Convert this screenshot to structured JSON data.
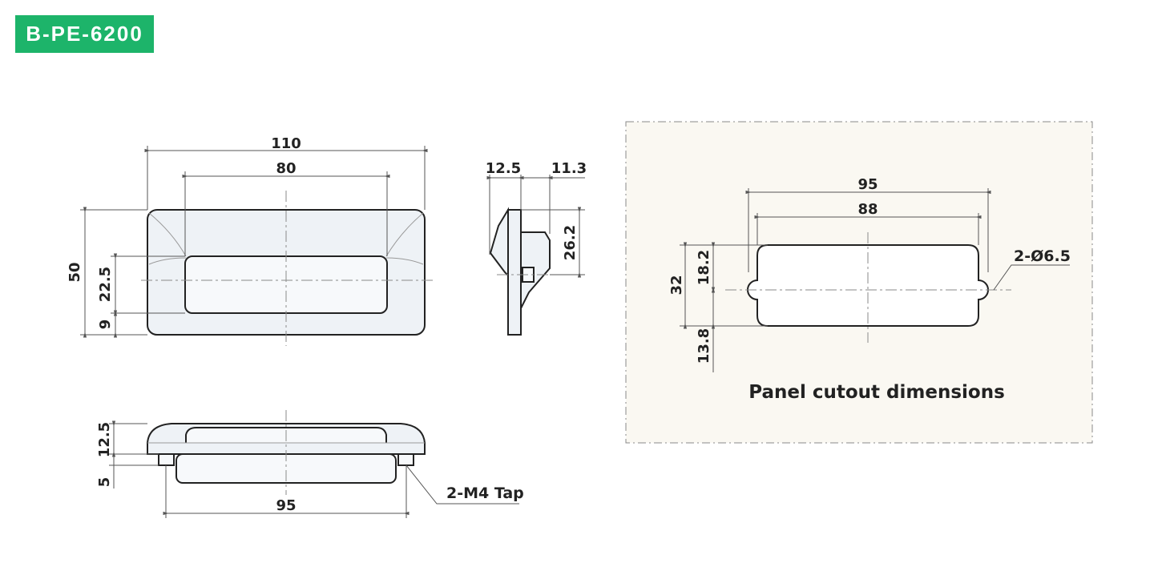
{
  "badge": {
    "model": "B-PE-6200",
    "color": "#1db46a"
  },
  "front_view": {
    "width": "110",
    "inner_width": "80",
    "height": "50",
    "grip_height": "22.5",
    "bottom_offset": "9"
  },
  "side_view": {
    "flange": "12.5",
    "depth": "11.3",
    "body_height": "26.2"
  },
  "bottom_view": {
    "height": "12.5",
    "boss": "5",
    "hole_pitch": "95",
    "tap_label": "2-M4 Tap"
  },
  "cutout": {
    "width": "95",
    "inner_width": "88",
    "height": "32",
    "upper": "18.2",
    "lower": "13.8",
    "hole_label": "2-Ø6.5",
    "title": "Panel cutout dimensions",
    "panel_color": "#faf8f2"
  }
}
